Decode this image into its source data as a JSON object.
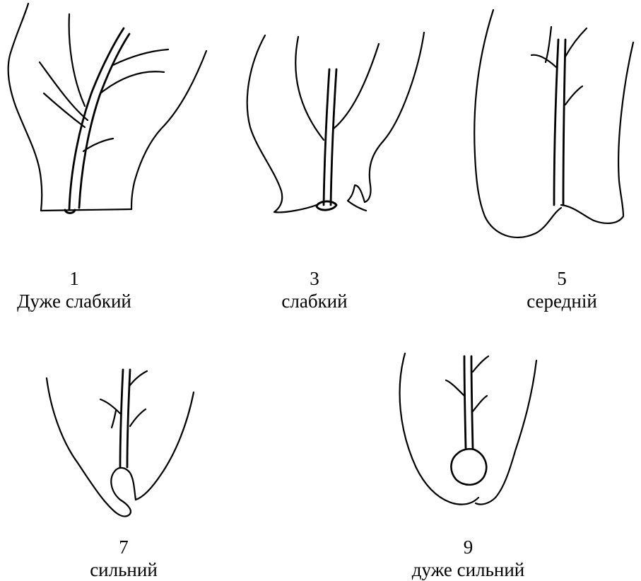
{
  "figures": [
    {
      "number": "1",
      "label": "Дуже слабкий"
    },
    {
      "number": "3",
      "label": "слабкий"
    },
    {
      "number": "5",
      "label": "середній"
    },
    {
      "number": "7",
      "label": "сильний"
    },
    {
      "number": "9",
      "label": "дуже сильний"
    }
  ],
  "colors": {
    "ink": "#000000",
    "background": "#ffffff"
  }
}
